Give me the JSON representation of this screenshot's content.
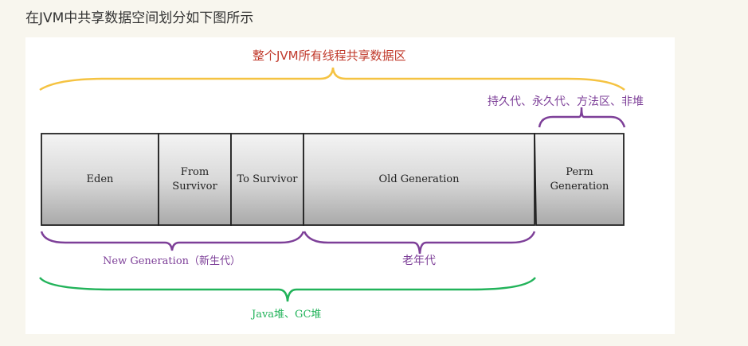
{
  "page": {
    "heading": "在JVM中共享数据空间划分如下图所示"
  },
  "diagram": {
    "top_label": "整个JVM所有线程共享数据区",
    "perm_label": "持久代、永久代、方法区、非堆",
    "segments": {
      "eden": "Eden",
      "from_survivor_line1": "From",
      "from_survivor_line2": "Survivor",
      "to_survivor": "To Survivor",
      "old_generation": "Old Generation",
      "perm_line1": "Perm",
      "perm_line2": "Generation"
    },
    "new_gen_label": "New Generation（新生代）",
    "old_gen_label": "老年代",
    "java_heap_label": "Java堆、GC堆"
  },
  "colors": {
    "yellow": "#f5c342",
    "purple": "#7d3f98",
    "green": "#22b35a",
    "red_text": "#c0392b",
    "box_border": "#222222"
  }
}
